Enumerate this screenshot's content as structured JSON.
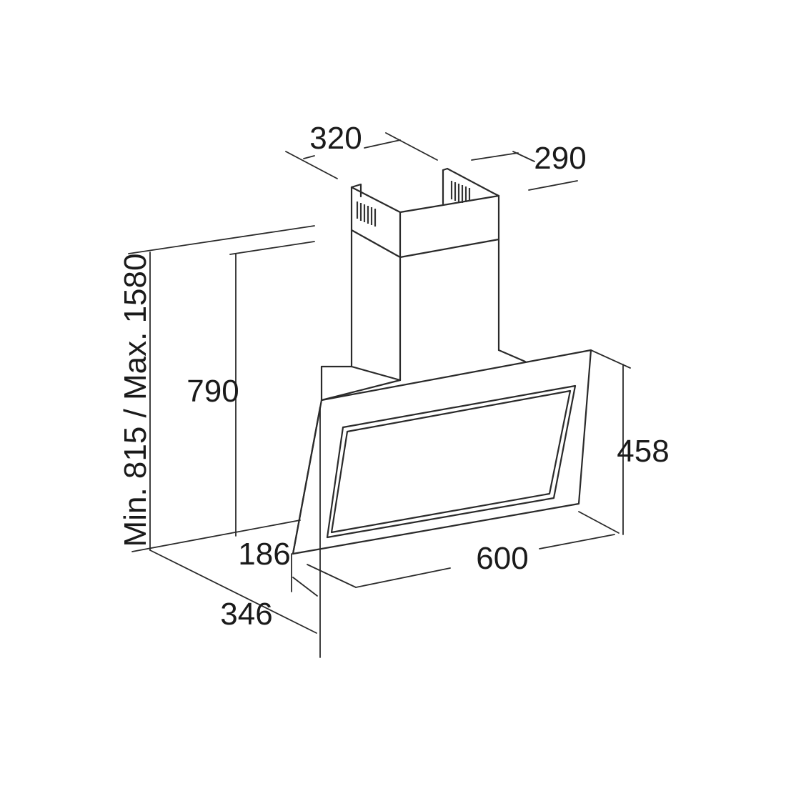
{
  "dimensions": {
    "chimney_width": "320",
    "chimney_depth": "290",
    "total_height": "Min. 815 / Max. 1580",
    "chimney_height": "790",
    "hood_height": "458",
    "hood_width": "600",
    "panel_depth": "186",
    "total_depth": "346"
  },
  "colors": {
    "line": "#2a2a2a",
    "background": "#ffffff"
  }
}
